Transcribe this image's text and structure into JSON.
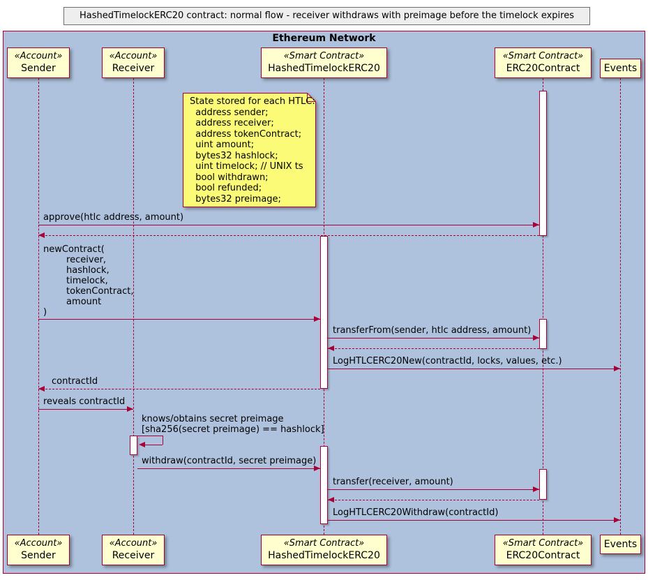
{
  "title": "HashedTimelockERC20 contract: normal flow - receiver withdraws with preimage before the timelock expires",
  "frame_label": "Ethereum Network",
  "participants": {
    "sender": {
      "stereotype": "«Account»",
      "name": "Sender"
    },
    "receiver": {
      "stereotype": "«Account»",
      "name": "Receiver"
    },
    "htlc": {
      "stereotype": "«Smart Contract»",
      "name": "HashedTimelockERC20"
    },
    "erc20": {
      "stereotype": "«Smart Contract»",
      "name": "ERC20Contract"
    },
    "events": {
      "name": "Events"
    }
  },
  "note": "State stored for each HTLC:\n  address sender;\n  address receiver;\n  address tokenContract;\n  uint amount;\n  bytes32 hashlock;\n  uint timelock; // UNIX ts\n  bool withdrawn;\n  bool refunded;\n  bytes32 preimage;",
  "messages": {
    "approve": "approve(htlc address, amount)",
    "new_contract": "newContract(\n        receiver,\n        hashlock,\n        timelock,\n        tokenContract,\n        amount\n)",
    "transfer_from": "transferFrom(sender, htlc address, amount)",
    "log_new": "LogHTLCERC20New(contractId, locks, values, etc.)",
    "contract_id": "contractId",
    "reveals": "reveals contractId",
    "knows_secret": "knows/obtains secret preimage\n[sha256(secret preimage) == hashlock]",
    "withdraw": "withdraw(contractId, secret preimage)",
    "transfer": "transfer(receiver, amount)",
    "log_withdraw": "LogHTLCERC20Withdraw(contractId)"
  },
  "colors": {
    "frame_bg": "#AEC2DE",
    "participant_bg": "#FEFECE",
    "border": "#A80036",
    "note_bg": "#FBFB77",
    "title_bg": "#EEEEEE"
  }
}
